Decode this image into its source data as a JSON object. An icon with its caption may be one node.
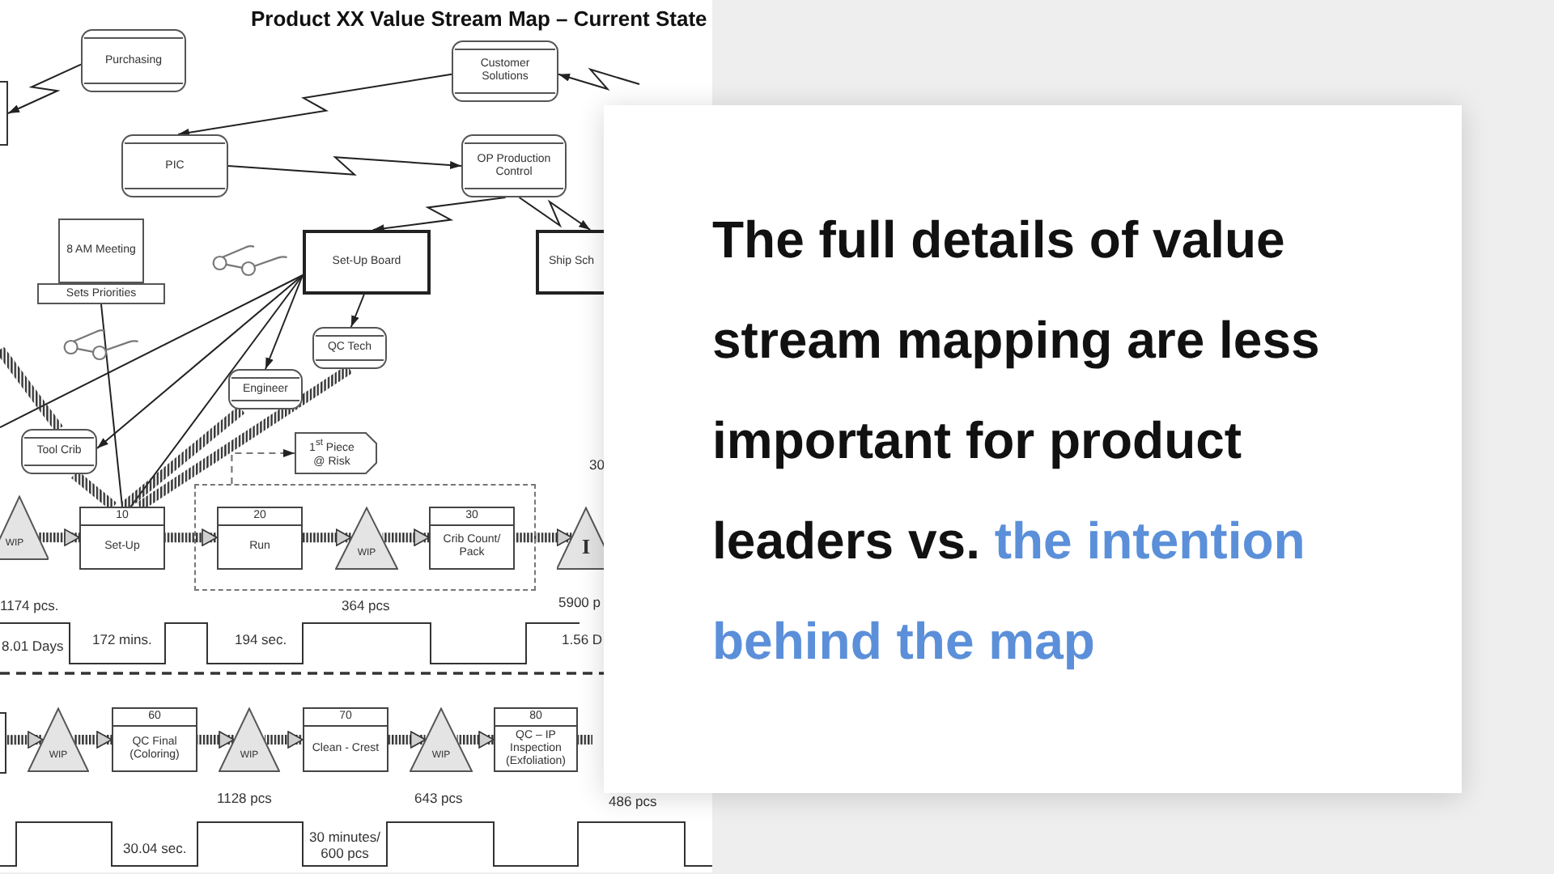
{
  "diagram": {
    "title": "Product XX Value Stream Map – Current State",
    "nodes": [
      {
        "text": [
          "Purchasing"
        ]
      },
      {
        "text": [],
        "shape": "box"
      },
      {
        "text": [
          "Customer Solutions"
        ]
      },
      {
        "text": [
          "PIC"
        ]
      },
      {
        "text": [
          "OP Production Control"
        ]
      },
      {
        "text": [
          "8 AM Meeting"
        ]
      },
      {
        "text": [
          "Sets Priorities"
        ]
      },
      {
        "text": [
          "Set-Up Board"
        ]
      },
      {
        "text": [
          "Ship Sch"
        ]
      },
      {
        "text": [
          "QC Tech"
        ]
      },
      {
        "text": [
          "Engineer"
        ]
      },
      {
        "text": [
          "Tool Crib"
        ]
      },
      {
        "text": [
          "1$^{st}$ Piece @ Risk"
        ]
      },
      {
        "text": [
          "WIP"
        ],
        "beside": [
          "1174 pcs."
        ]
      },
      {
        "text": [
          "10",
          "Set-Up"
        ]
      },
      {
        "text": [],
        "shape": "box"
      },
      {
        "text": [
          "20",
          "Run"
        ],
        "in": 15
      },
      {
        "text": [
          "WIP"
        ],
        "in": 15,
        "beside": [
          "364 pcs"
        ]
      },
      {
        "text": [
          "30",
          "Crib Count/ Pack"
        ],
        "in": 15
      },
      {
        "text": [
          "I"
        ]
      },
      {
        "text": [],
        "shape": "box"
      },
      {
        "text": [
          "WIP"
        ]
      },
      {
        "text": [
          "60",
          "QC Final (Coloring)"
        ]
      },
      {
        "text": [
          "WIP"
        ],
        "beside": [
          "1128 pcs"
        ]
      },
      {
        "text": [
          "70",
          "Clean - Crest"
        ]
      },
      {
        "text": [
          "WIP"
        ],
        "beside": [
          "643 pcs"
        ]
      },
      {
        "text": [
          "80",
          "QC – IP Inspection (Exfoliation)"
        ]
      },
      {
        "text": [
          "The full details of value stream mapping are less important for product leaders vs. **the intention behind the map**"
        ]
      }
    ],
    "edges": [
      {
        "from": 0,
        "to": 1,
        "arrow": "to"
      },
      {
        "from": 2,
        "to": 3,
        "arrow": "to"
      },
      {
        "from": null,
        "to": 2,
        "arrow": "to"
      },
      {
        "from": 3,
        "to": 4,
        "arrow": "to"
      },
      {
        "from": 4,
        "to": 7,
        "arrow": "to"
      },
      {
        "from": 4,
        "to": 8,
        "arrow": "to"
      },
      {
        "from": 6,
        "to": 14,
        "arrow": "none"
      },
      {
        "from": 7,
        "to": 9,
        "arrow": "to"
      },
      {
        "from": 7,
        "to": 10,
        "arrow": "to"
      },
      {
        "from": 7,
        "to": 11,
        "arrow": "to"
      },
      {
        "from": 7,
        "to": null,
        "arrow": "none"
      },
      {
        "from": 7,
        "to": 14,
        "arrow": "none"
      },
      {
        "from": null,
        "to": 11,
        "arrow": "none",
        "style": "thick"
      },
      {
        "from": 11,
        "to": 14,
        "arrow": "none",
        "style": "thick"
      },
      {
        "from": 10,
        "to": 14,
        "arrow": "none",
        "style": "thick"
      },
      {
        "from": 9,
        "to": 14,
        "arrow": "none",
        "style": "thick"
      },
      {
        "from": 15,
        "to": 12,
        "arrow": "to",
        "style": "dashed"
      },
      {
        "from": 13,
        "to": 14,
        "arrow": "to",
        "style": "thick"
      },
      {
        "from": 14,
        "to": 16,
        "arrow": "to",
        "style": "thick"
      },
      {
        "from": 16,
        "to": 17,
        "arrow": "to",
        "style": "thick"
      },
      {
        "from": 17,
        "to": 18,
        "arrow": "to",
        "style": "thick"
      },
      {
        "from": 18,
        "to": 19,
        "arrow": "to",
        "style": "thick"
      },
      {
        "from": 20,
        "to": 21,
        "arrow": "to",
        "style": "thick"
      },
      {
        "from": 21,
        "to": 22,
        "arrow": "to",
        "style": "thick"
      },
      {
        "from": 22,
        "to": 23,
        "arrow": "to",
        "style": "thick"
      },
      {
        "from": 23,
        "to": 24,
        "arrow": "to",
        "style": "thick"
      },
      {
        "from": 24,
        "to": 25,
        "arrow": "to",
        "style": "thick"
      },
      {
        "from": 25,
        "to": 26,
        "arrow": "to",
        "style": "thick"
      },
      {
        "from": 26,
        "to": null,
        "arrow": "none",
        "style": "thick"
      }
    ],
    "labels": [
      "30",
      "5900 p",
      "8.01 Days",
      "172 mins.",
      "194 sec.",
      "1.56 D",
      "486 pcs",
      "30.04 sec.",
      "30 minutes/ 600 pcs"
    ]
  }
}
